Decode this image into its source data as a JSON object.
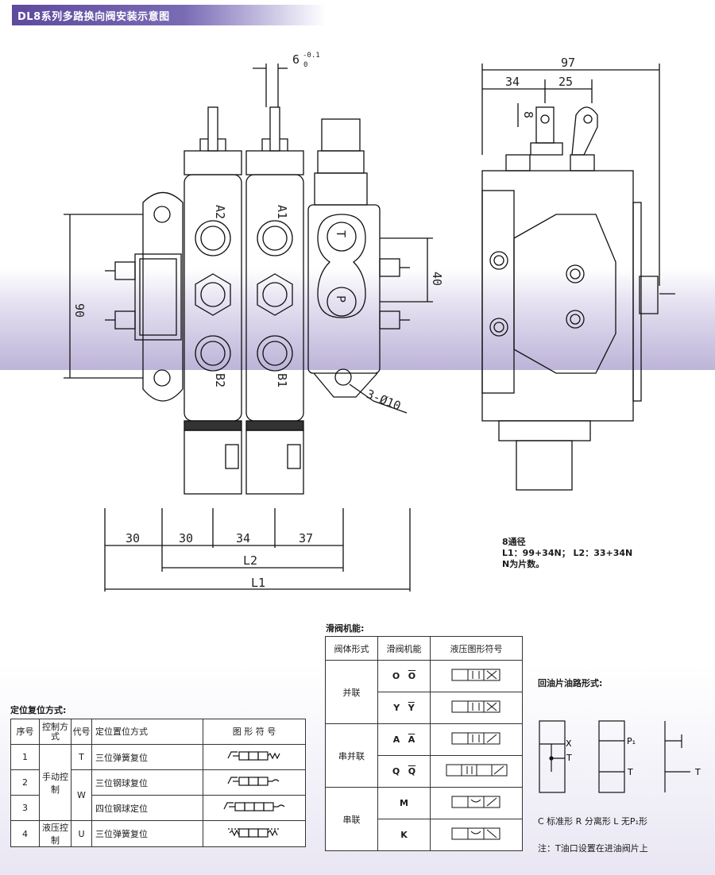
{
  "title": "DL8系列多路换向阀安装示意图",
  "drawing": {
    "dims": {
      "top_width": "6",
      "top_tol_upper": "-0.1",
      "top_tol_lower": "0",
      "height_90": "90",
      "height_40": "40",
      "hole": "3-Ø10",
      "bottom_30a": "30",
      "bottom_30b": "30",
      "bottom_34": "34",
      "bottom_37": "37",
      "L2": "L2",
      "L1": "L1",
      "side_97": "97",
      "side_34": "34",
      "side_25": "25",
      "side_8": "8"
    },
    "ports": {
      "A2": "A2",
      "A1": "A1",
      "B2": "B2",
      "B1": "B1",
      "T": "T",
      "P": "P"
    }
  },
  "note": {
    "line1": "8通径",
    "line2": "L1：99+34N；  L2：33+34N",
    "line3": "N为片数。"
  },
  "position_table": {
    "title": "定位复位方式:",
    "headers": [
      "序号",
      "控制方式",
      "代号",
      "定位置位方式",
      "图 形 符 号"
    ],
    "rows": [
      {
        "no": "1",
        "mode": "手动控制",
        "code": "T",
        "desc": "三位弹簧复位"
      },
      {
        "no": "2",
        "mode": "",
        "code": "W",
        "desc": "三位钢球复位"
      },
      {
        "no": "3",
        "mode": "",
        "code": "",
        "desc": "四位钢球定位"
      },
      {
        "no": "4",
        "mode": "液压控制",
        "code": "U",
        "desc": "三位弹簧复位"
      }
    ]
  },
  "slide_table": {
    "title": "滑阀机能:",
    "headers": [
      "阀体形式",
      "滑阀机能",
      "液压图形符号"
    ],
    "groups": [
      {
        "name": "并联",
        "rows": [
          {
            "code": "O",
            "bar": "O"
          },
          {
            "code": "Y",
            "bar": "Y"
          }
        ]
      },
      {
        "name": "串并联",
        "rows": [
          {
            "code": "A",
            "bar": "A"
          },
          {
            "code": "Q",
            "bar": "Q"
          }
        ]
      },
      {
        "name": "串联",
        "rows": [
          {
            "code": "M",
            "bar": ""
          },
          {
            "code": "K",
            "bar": ""
          }
        ]
      }
    ]
  },
  "return_types": {
    "title": "回油片油路形式:",
    "labels": {
      "x": "X",
      "t1": "T",
      "p1": "P₁",
      "t2": "T",
      "t3": "T"
    },
    "legend": "C  标准形   R  分离形    L  无P₁形",
    "footnote": "注：T油口设置在进油阀片上"
  }
}
